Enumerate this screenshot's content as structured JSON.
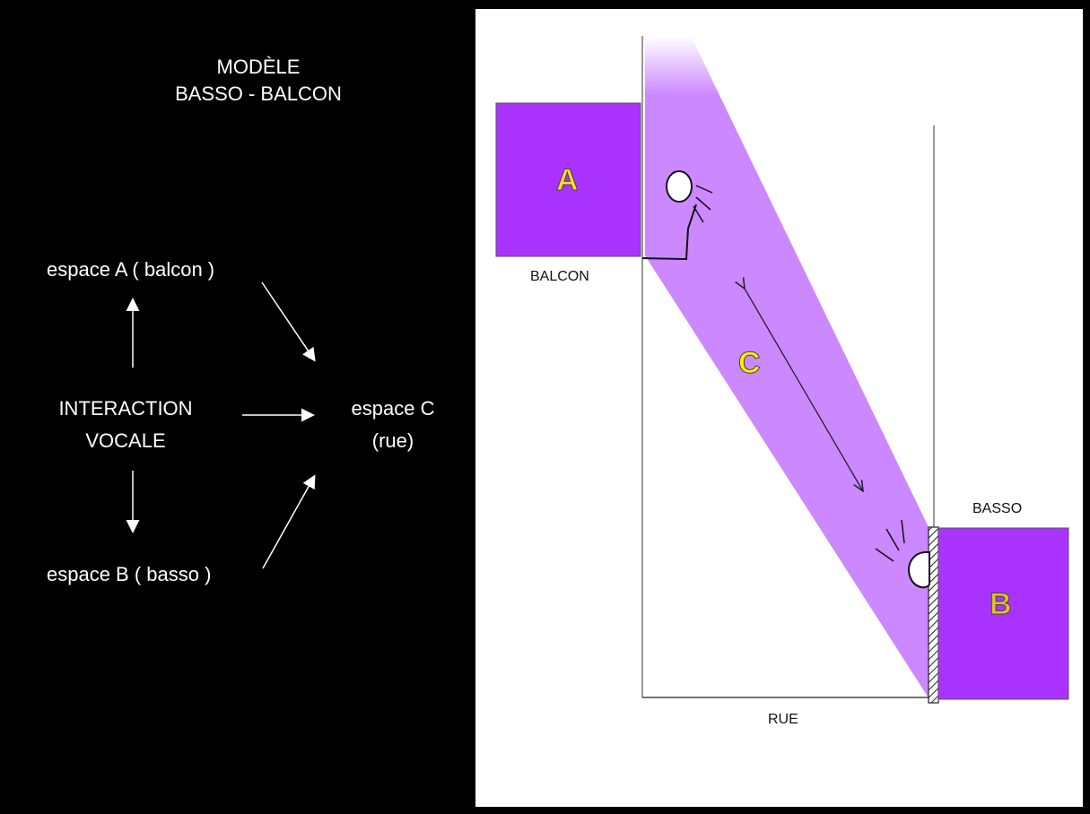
{
  "title": {
    "line1": "MODÈLE",
    "line2": "BASSO - BALCON"
  },
  "concept_map": {
    "space_a": "espace A ( balcon )",
    "interaction_line1": "INTERACTION",
    "interaction_line2": "VOCALE",
    "space_b": "espace B ( basso )",
    "space_c_line1": "espace C",
    "space_c_line2": "(rue)"
  },
  "scene": {
    "zone_a": {
      "letter": "A",
      "label": "BALCON"
    },
    "zone_b": {
      "letter": "B",
      "label": "BASSO"
    },
    "zone_c": {
      "letter": "C"
    },
    "street_label": "RUE"
  },
  "colors": {
    "zone_fill": "#aa33ff",
    "beam": "#cc88ff",
    "letter_ab": "#ffdd22",
    "letter_c": "#ffee00"
  }
}
